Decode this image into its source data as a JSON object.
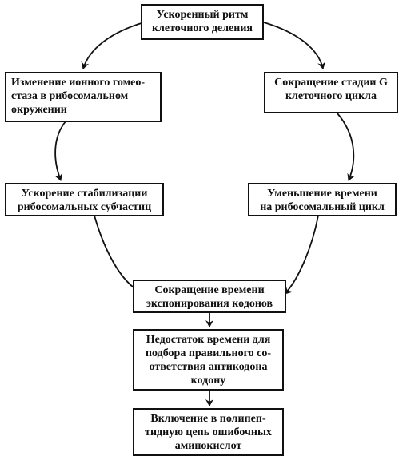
{
  "nodes": {
    "top": {
      "lines": [
        "Ускоренный ритм",
        "клеточного деления"
      ]
    },
    "left1": {
      "lines": [
        "Изменение ионного гомео-",
        "стаза в рибосомальном",
        "окружении"
      ]
    },
    "right1": {
      "lines": [
        "Сокращение стадии G",
        "клеточного цикла"
      ]
    },
    "left2": {
      "lines": [
        "Ускорение стабилизации",
        "рибосомальных субчастиц"
      ]
    },
    "right2": {
      "lines": [
        "Уменьшение времени",
        "на рибосомальный цикл"
      ]
    },
    "mid1": {
      "lines": [
        "Сокращение времени",
        "экспонирования кодонов"
      ]
    },
    "mid2": {
      "lines": [
        "Недостаток времени для",
        "подбора правильного со-",
        "ответствия антикодона",
        "кодону"
      ]
    },
    "mid3": {
      "lines": [
        "Включение в полипеп-",
        "тидную цепь ошибочных",
        "аминокислот"
      ]
    }
  },
  "edges": [
    {
      "from": "top",
      "to": "left1"
    },
    {
      "from": "top",
      "to": "right1"
    },
    {
      "from": "left1",
      "to": "left2"
    },
    {
      "from": "right1",
      "to": "right2"
    },
    {
      "from": "left2",
      "to": "mid1"
    },
    {
      "from": "right2",
      "to": "mid1"
    },
    {
      "from": "mid1",
      "to": "mid2"
    },
    {
      "from": "mid2",
      "to": "mid3"
    }
  ]
}
